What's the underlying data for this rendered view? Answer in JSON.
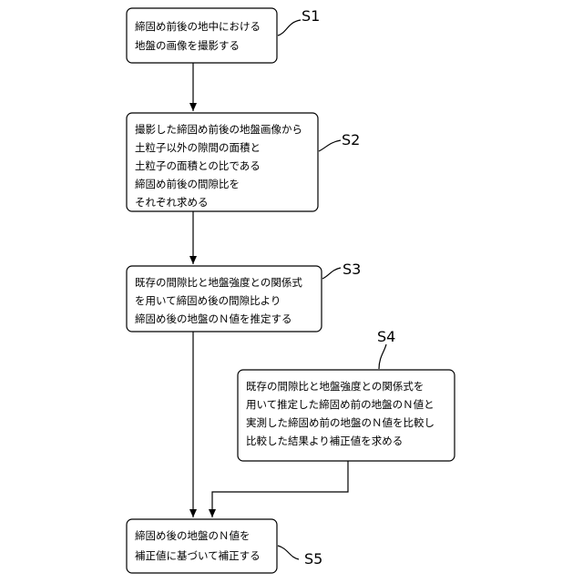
{
  "steps": [
    {
      "label": "S1",
      "lines": [
        "締固め前後の地中における",
        "地盤の画像を撮影する"
      ]
    },
    {
      "label": "S2",
      "lines": [
        "撮影した締固め前後の地盤画像から",
        "土粒子以外の隙間の面積と",
        "土粒子の面積との比である",
        "締固め前後の間隙比を",
        "それぞれ求める"
      ]
    },
    {
      "label": "S3",
      "lines": [
        "既存の間隙比と地盤強度との関係式",
        "を用いて締固め後の間隙比より",
        "締固め後の地盤のＮ値を推定する"
      ]
    },
    {
      "label": "S4",
      "lines": [
        "既存の間隙比と地盤強度との関係式を",
        "用いて推定した締固め前の地盤のＮ値と",
        "実測した締固め前の地盤のＮ値を比較し",
        "比較した結果より補正値を求める"
      ]
    },
    {
      "label": "S5",
      "lines": [
        "締固め後の地盤のＮ値を",
        "補正値に基づいて補正する"
      ]
    }
  ]
}
